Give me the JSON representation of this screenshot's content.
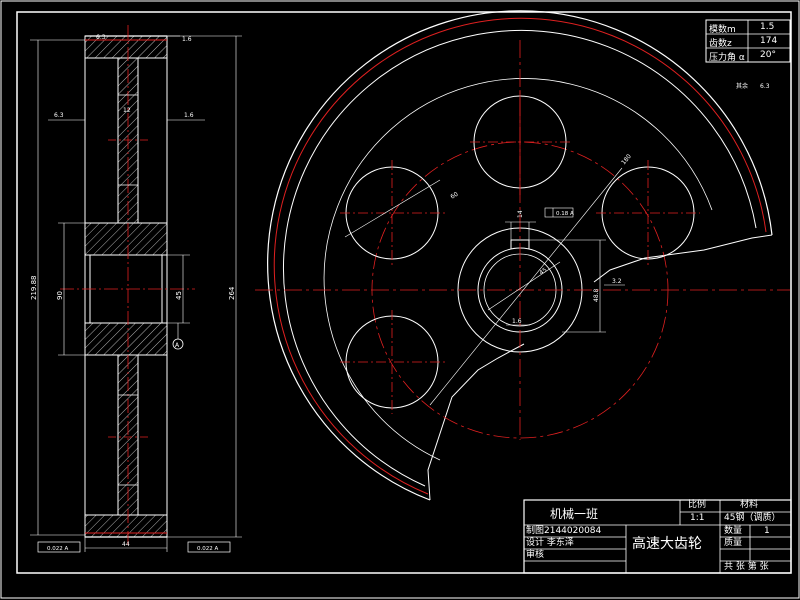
{
  "params": [
    {
      "name": "模数m",
      "value": "1.5"
    },
    {
      "name": "齿数z",
      "value": "174"
    },
    {
      "name": "压力角 α",
      "value": "20°"
    }
  ],
  "other_roughness": {
    "label": "其余",
    "value": "6.3"
  },
  "title_block": {
    "class": "机械一班",
    "scale_label": "比例",
    "scale_value": "1:1",
    "material_label": "材料",
    "material_value": "45钢（调质）",
    "drawn_by": "制图2144020084",
    "designer": "设计  李东泽",
    "reviewer": "审核",
    "part_name": "高速大齿轮",
    "quantity_label": "数量",
    "quantity_value": "1",
    "weight_label": "质量",
    "sheet": "共   张   第   张"
  },
  "dims": {
    "rough_top": "6.3",
    "rough_top_r": "1.6",
    "rough_left": "6.3",
    "rough_right": "1.6",
    "web": "12",
    "dia_left": "219.88",
    "dia_mid": "90",
    "bore_dim": "45",
    "dia_total": "264",
    "width": "44",
    "tol_left": "0.022 A",
    "tol_right": "0.022 A",
    "hole": "60",
    "keyway": "14",
    "key_tol": "0.18 A",
    "bore": "45",
    "key_depth": "48.8",
    "rough_key": "3.2",
    "rough_bore": "1.6",
    "dia_pitch": "180",
    "datum": "A"
  }
}
